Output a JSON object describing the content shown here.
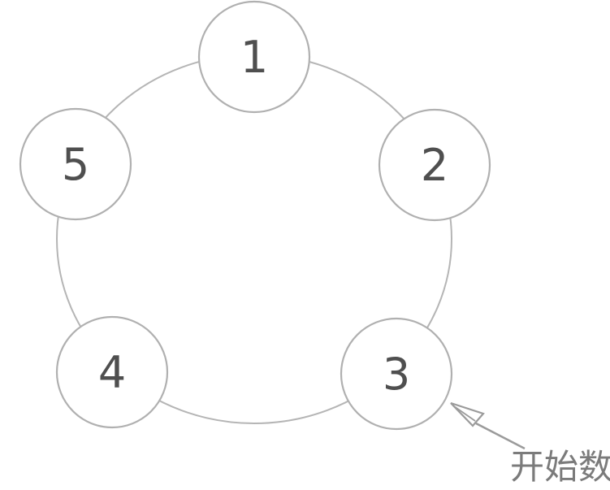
{
  "diagram": {
    "type": "circular-counting-diagram",
    "nodes": [
      {
        "label": "1"
      },
      {
        "label": "2"
      },
      {
        "label": "3"
      },
      {
        "label": "4"
      },
      {
        "label": "5"
      }
    ],
    "annotation": {
      "label": "开始数",
      "meaning": "points to node 3 as the starting position"
    },
    "colors": {
      "background": "#ffffff",
      "ring_stroke": "#b5b5b5",
      "node_stroke": "#b0b0b0",
      "node_fill": "#ffffff",
      "number_color": "#4f4f4f",
      "arrow_color": "#9b9b9b",
      "annotation_color": "#7b7b7b"
    }
  }
}
